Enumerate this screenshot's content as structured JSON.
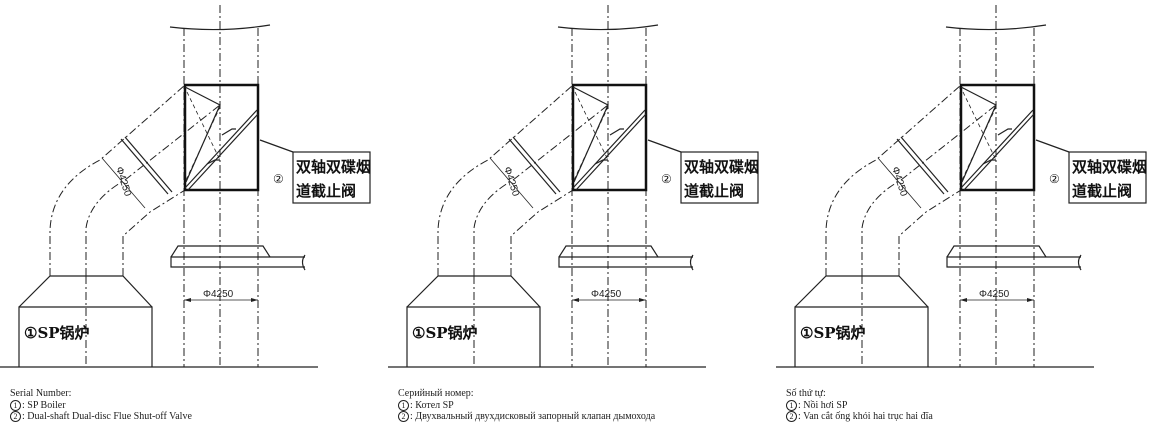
{
  "diagram": {
    "dimension_label": "Φ4250",
    "boiler_label": "①SP锅炉",
    "valve_marker": "②",
    "valve_label_line1": "双轴双碟烟",
    "valve_label_line2": "道截止阀"
  },
  "panels": [
    {
      "caption": {
        "title": "Serial Number:",
        "items": [
          {
            "num": "1",
            "text": ": SP Boiler"
          },
          {
            "num": "2",
            "text": ": Dual-shaft Dual-disc Flue Shut-off Valve"
          }
        ]
      }
    },
    {
      "caption": {
        "title": "Серийный номер:",
        "items": [
          {
            "num": "1",
            "text": ": Котел SP"
          },
          {
            "num": "2",
            "text": ": Двухвальный двухдисковый запорный клапан дымохода"
          }
        ]
      }
    },
    {
      "caption": {
        "title": "Số thứ tự:",
        "items": [
          {
            "num": "1",
            "text": ": Nồi hơi SP"
          },
          {
            "num": "2",
            "text": ": Van cắt ống khói hai trục hai đĩa"
          }
        ]
      }
    }
  ]
}
